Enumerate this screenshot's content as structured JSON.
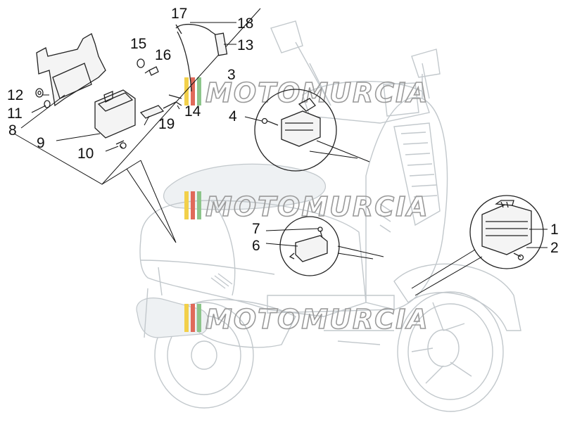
{
  "watermark": {
    "text": "MOTOMURCIA",
    "colors": {
      "stripe_yellow": "#f2d04a",
      "stripe_red": "#e06a5a",
      "stripe_green": "#8cc58a",
      "outline": "#9a9a9a"
    }
  },
  "callouts": [
    "17",
    "18",
    "13",
    "15",
    "16",
    "3",
    "12",
    "14",
    "11",
    "4",
    "8",
    "19",
    "9",
    "10",
    "7",
    "1",
    "6",
    "2"
  ],
  "colors": {
    "line": "#222222",
    "scooter_line": "#c2c8cc",
    "background": "#ffffff"
  }
}
